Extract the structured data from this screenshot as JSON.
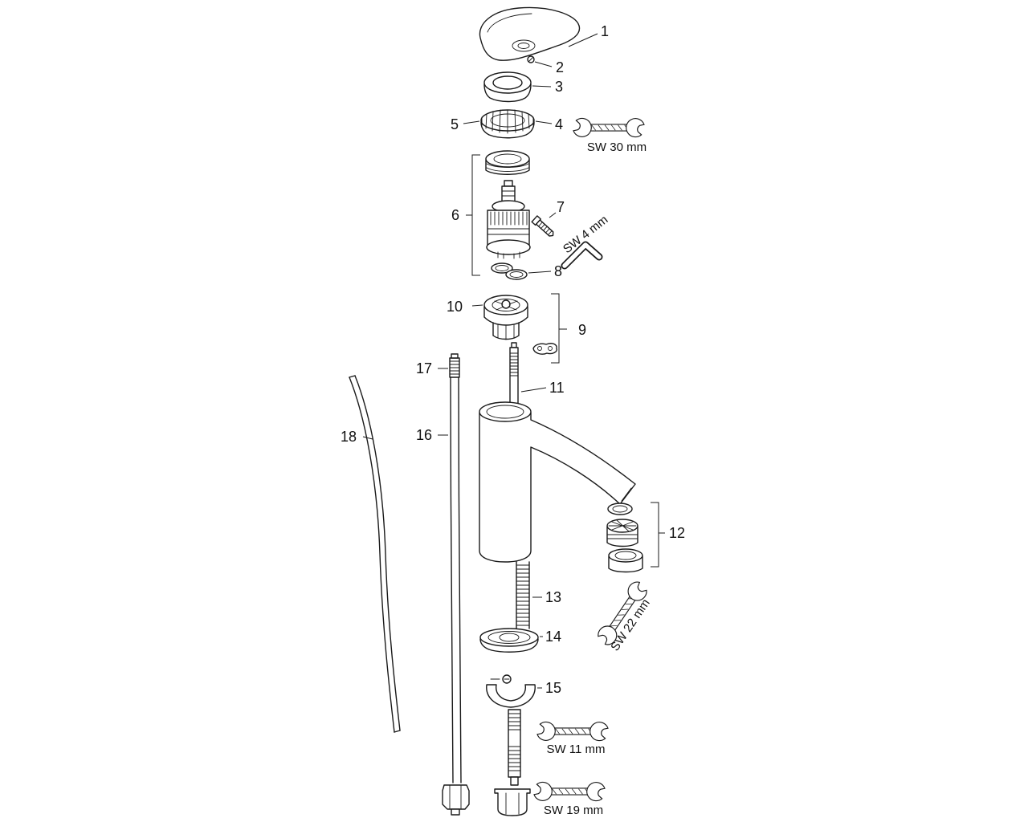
{
  "callouts": {
    "1": "1",
    "2": "2",
    "3": "3",
    "4": "4",
    "5": "5",
    "6": "6",
    "7": "7",
    "8": "8",
    "9": "9",
    "10": "10",
    "11": "11",
    "12": "12",
    "13": "13",
    "14": "14",
    "15": "15",
    "16": "16",
    "17": "17",
    "18": "18"
  },
  "tools": {
    "sw30": "SW 30 mm",
    "sw4": "SW 4 mm",
    "sw22": "SW 22 mm",
    "sw11": "SW 11 mm",
    "sw19": "SW 19 mm"
  }
}
